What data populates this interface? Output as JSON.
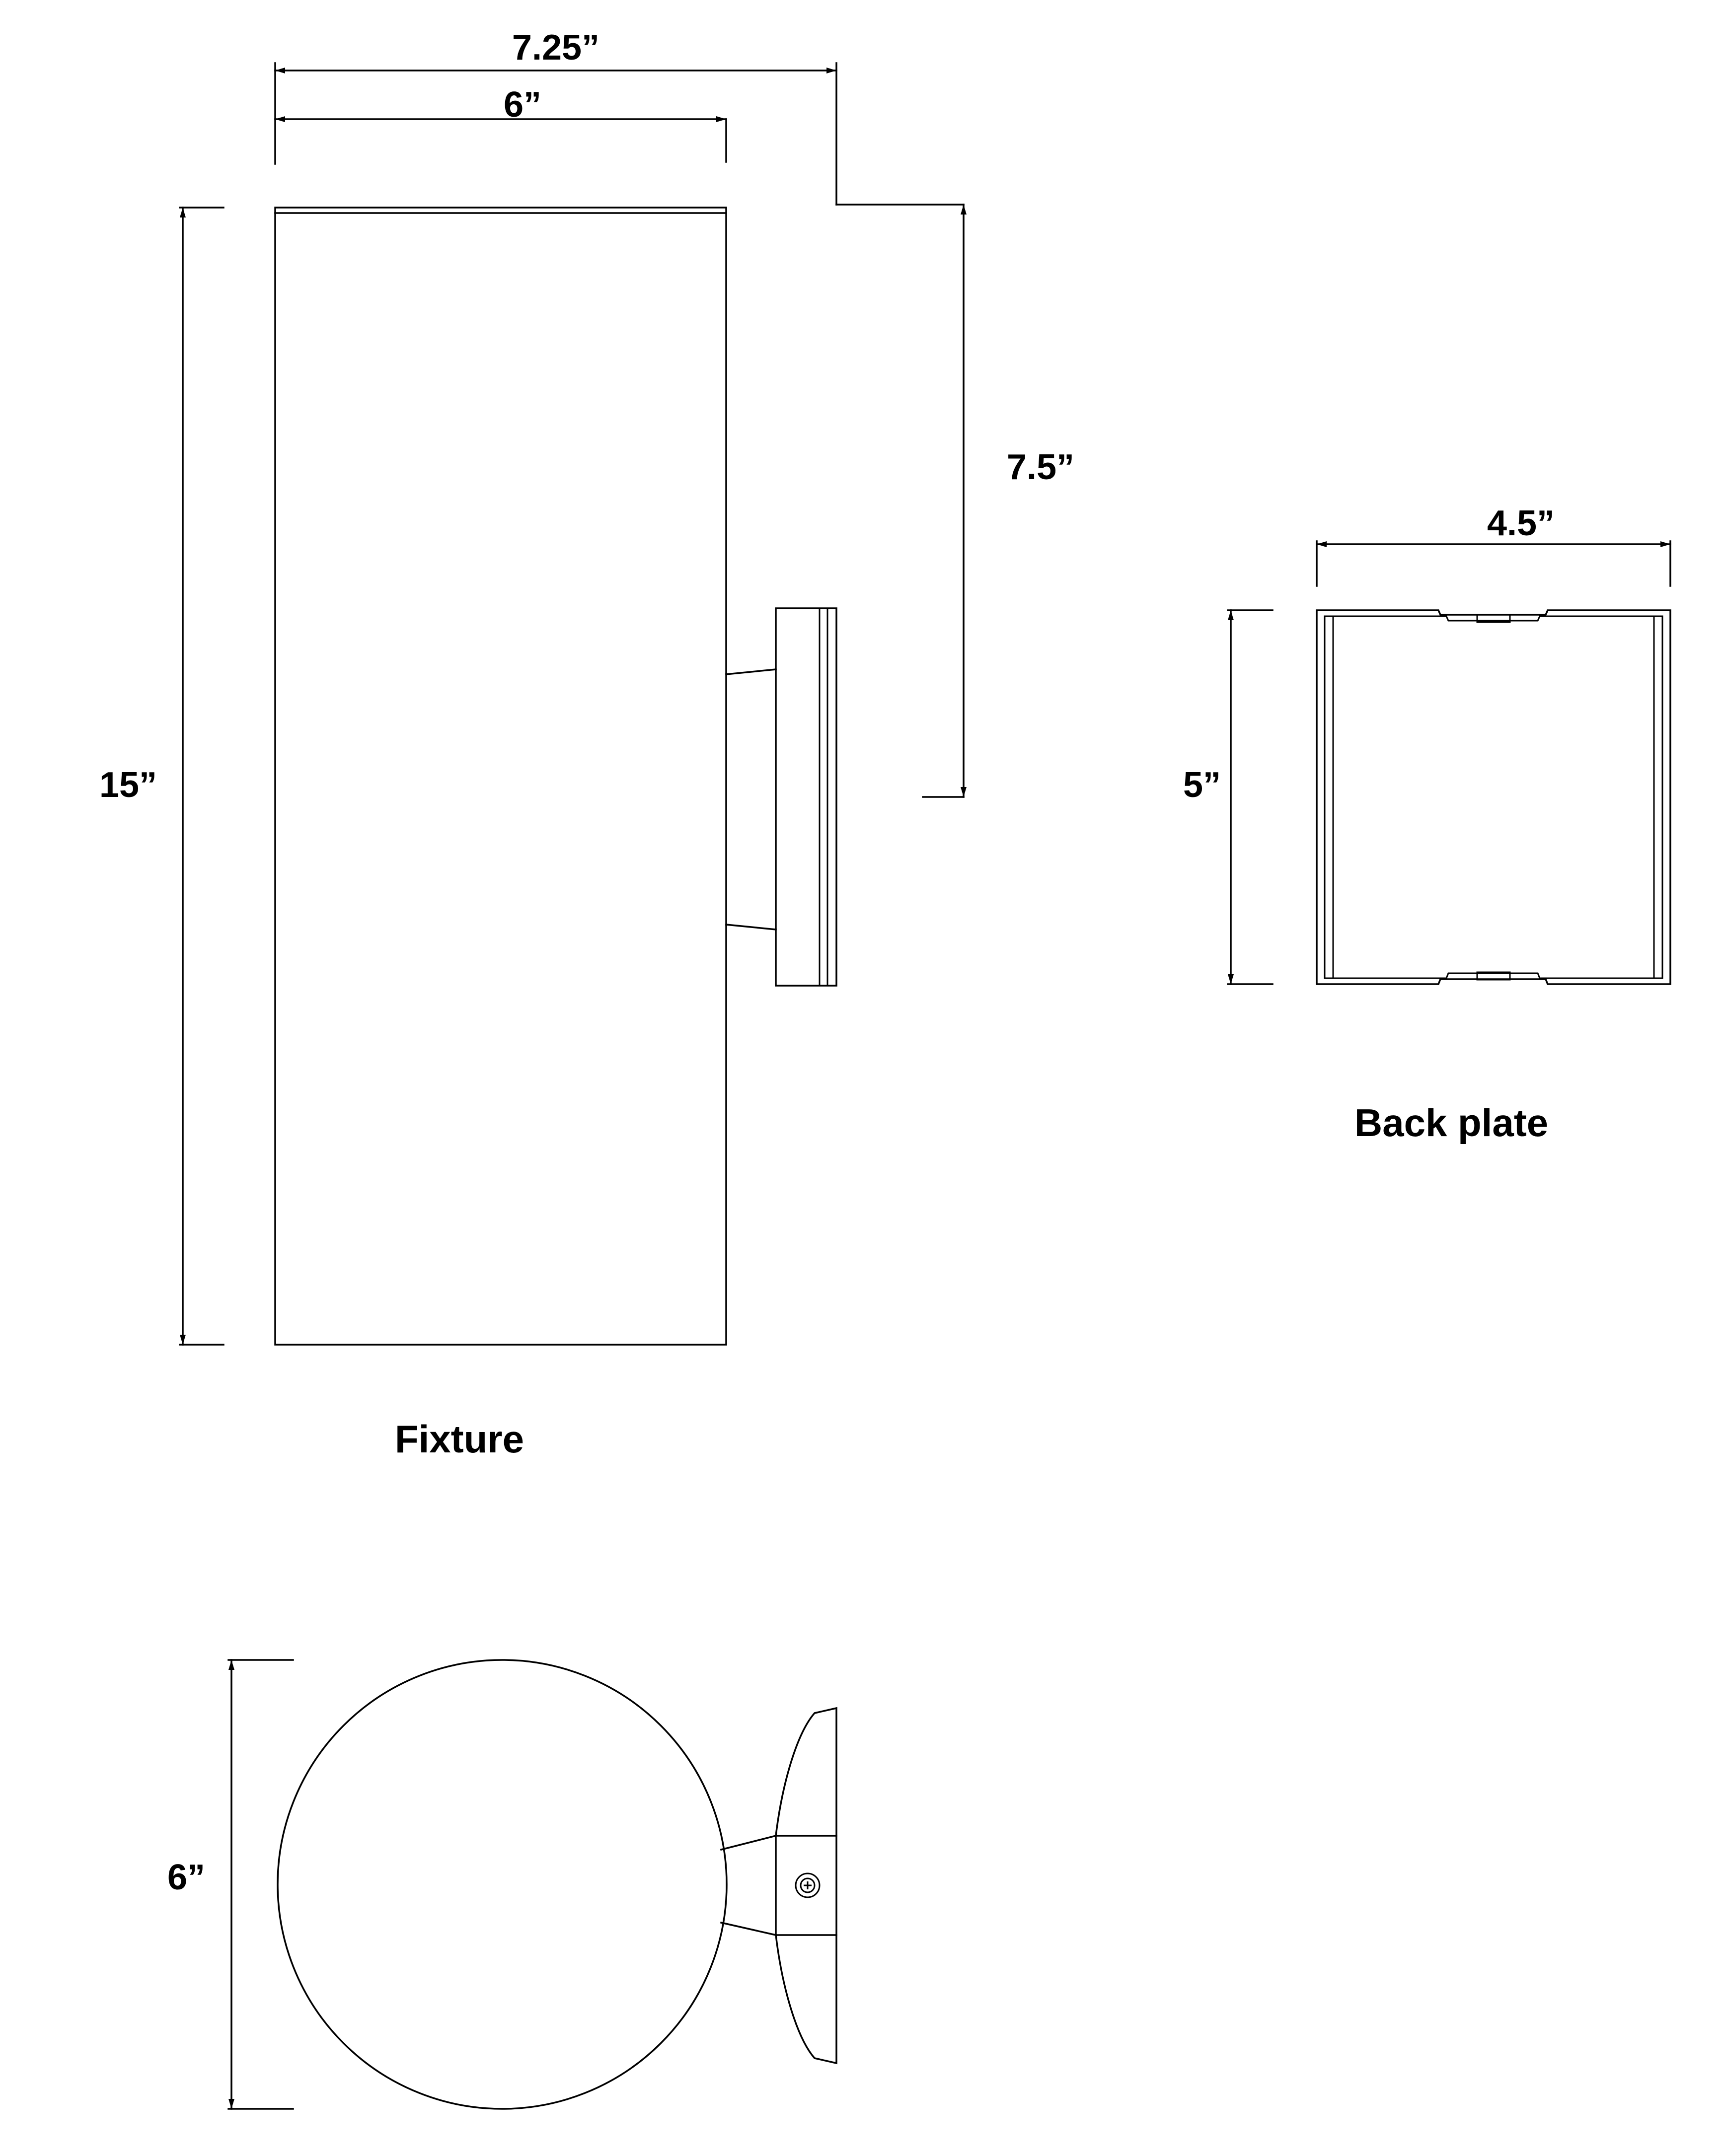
{
  "dimensions": {
    "fixture_overall_width": "7.25”",
    "fixture_width": "6”",
    "fixture_height": "15”",
    "mount_height": "7.5”",
    "backplate_width": "4.5”",
    "backplate_height": "5”",
    "top_view_diameter": "6”"
  },
  "captions": {
    "fixture": "Fixture",
    "backplate": "Back plate"
  },
  "colors": {
    "line": "#000000",
    "background": "#ffffff"
  },
  "icons": {
    "screw": "screw-icon"
  }
}
